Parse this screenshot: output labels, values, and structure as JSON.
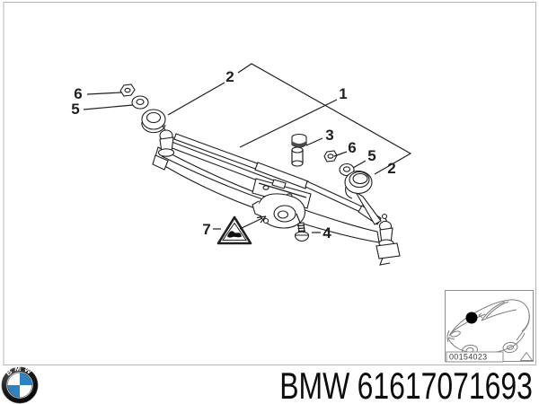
{
  "diagram": {
    "callouts": {
      "n1": "1",
      "n2": "2",
      "n3": "3",
      "n4": "4",
      "n5": "5",
      "n6": "6",
      "n7": "7"
    },
    "thumbnail": {
      "image_number": "00154023"
    }
  },
  "footer": {
    "logo_letters": "BMW",
    "brand": "BMW",
    "part_number": "61617071693"
  },
  "colors": {
    "line": "#1f1f1f",
    "border": "#b5b5b5",
    "bmw_blue": "#2f82c2",
    "marker_black": "#000000"
  }
}
